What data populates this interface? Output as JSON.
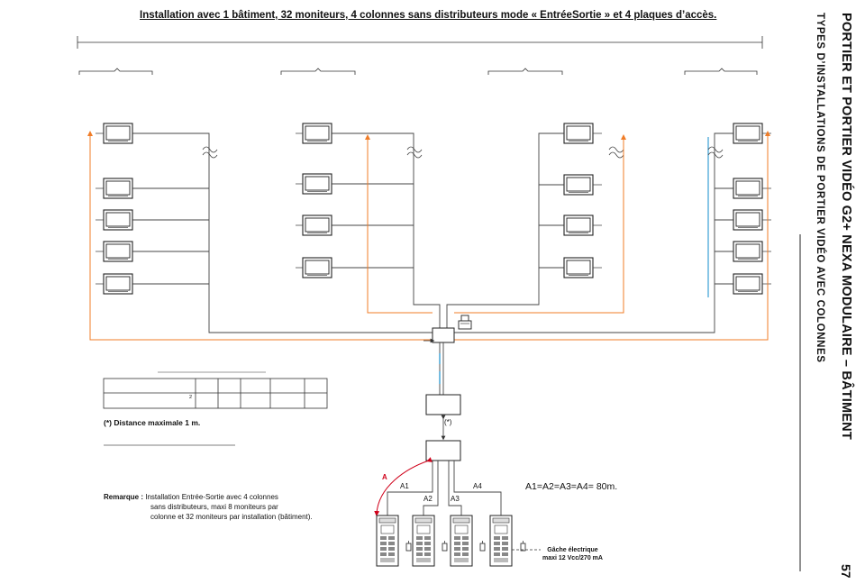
{
  "title": "Installation avec 1 bâtiment, 32 moniteurs, 4 colonnes sans distributeurs mode « EntréeSortie » et 4 plaques d’accès.",
  "side_title": "PORTIER ET PORTIER VIDÉO G2+ NEXA MODULAIRE – BÂTIMENT",
  "side_subtitle": "TYPES D’INSTALLATIONS DE PORTIER VIDÉO AVEC COLONNES",
  "page_number": "57",
  "distance_note": {
    "symbol": "(*)",
    "text": "Distance maximale 1 m."
  },
  "remark": {
    "label": "Remarque :",
    "line1": "Installation Entrée-Sortie avec 4 colonnes",
    "line2": "sans distributeurs, maxi 8 moniteurs par",
    "line3": "colonne et 32 moniteurs par installation (bâtiment)."
  },
  "distances": "A1=A2=A3=A4= 80m.",
  "segment_labels": {
    "a": "A",
    "a1": "A1",
    "a2": "A2",
    "a3": "A3",
    "a4": "A4",
    "star": "(*)"
  },
  "table_superscript": "2",
  "gache": {
    "line1": "Gâche électrique",
    "line2": "maxi 12 Vcc/270 mA"
  },
  "colors": {
    "orange": "#f07c27",
    "blue": "#3a9fd4",
    "red": "#d0021b",
    "line": "#444444"
  },
  "icons": [
    "monitor-icon",
    "power-supply-icon",
    "distributor-icon",
    "door-panel-icon",
    "electric-lock-icon"
  ]
}
